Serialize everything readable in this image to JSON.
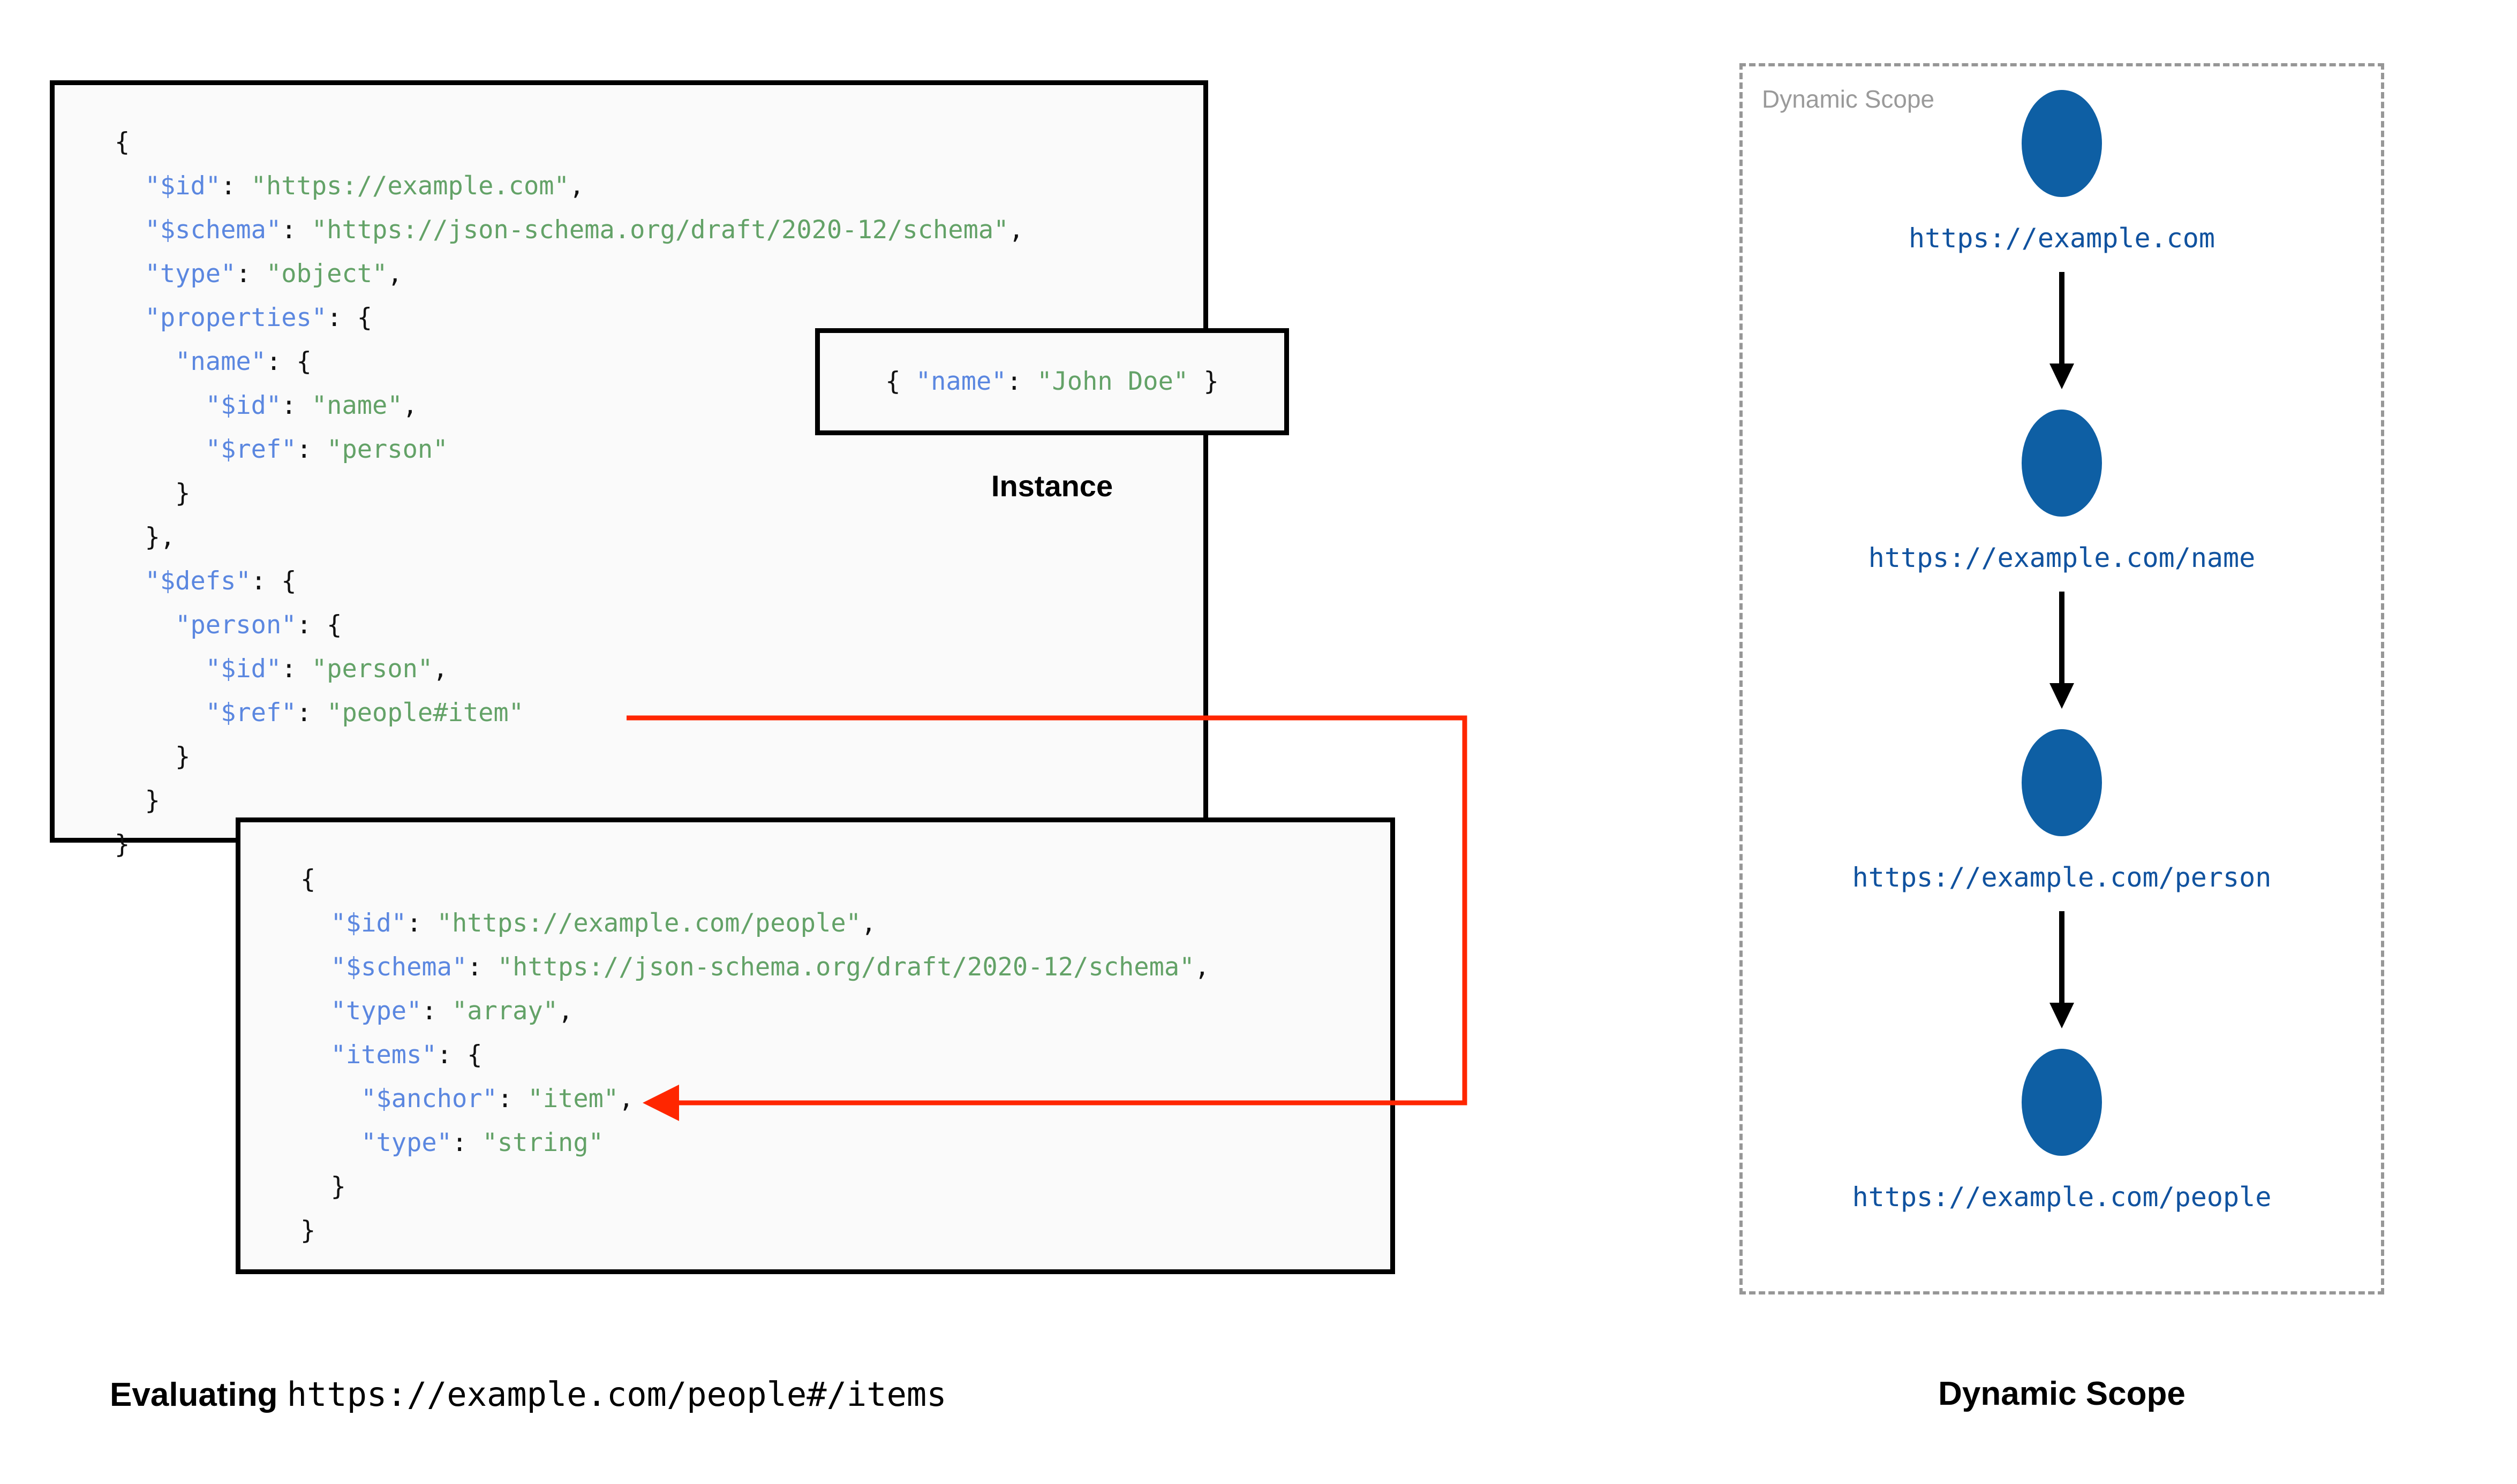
{
  "schema_box": {
    "name": "root-schema",
    "lines": [
      [
        {
          "t": "{",
          "c": "p"
        }
      ],
      [
        {
          "t": "  ",
          "c": "p"
        },
        {
          "t": "\"$id\"",
          "c": "k"
        },
        {
          "t": ": ",
          "c": "p"
        },
        {
          "t": "\"https://example.com\"",
          "c": "v"
        },
        {
          "t": ",",
          "c": "p"
        }
      ],
      [
        {
          "t": "  ",
          "c": "p"
        },
        {
          "t": "\"$schema\"",
          "c": "k"
        },
        {
          "t": ": ",
          "c": "p"
        },
        {
          "t": "\"https://json-schema.org/draft/2020-12/schema\"",
          "c": "v"
        },
        {
          "t": ",",
          "c": "p"
        }
      ],
      [
        {
          "t": "  ",
          "c": "p"
        },
        {
          "t": "\"type\"",
          "c": "k"
        },
        {
          "t": ": ",
          "c": "p"
        },
        {
          "t": "\"object\"",
          "c": "v"
        },
        {
          "t": ",",
          "c": "p"
        }
      ],
      [
        {
          "t": "  ",
          "c": "p"
        },
        {
          "t": "\"properties\"",
          "c": "k"
        },
        {
          "t": ": {",
          "c": "p"
        }
      ],
      [
        {
          "t": "    ",
          "c": "p"
        },
        {
          "t": "\"name\"",
          "c": "k"
        },
        {
          "t": ": {",
          "c": "p"
        }
      ],
      [
        {
          "t": "      ",
          "c": "p"
        },
        {
          "t": "\"$id\"",
          "c": "k"
        },
        {
          "t": ": ",
          "c": "p"
        },
        {
          "t": "\"name\"",
          "c": "v"
        },
        {
          "t": ",",
          "c": "p"
        }
      ],
      [
        {
          "t": "      ",
          "c": "p"
        },
        {
          "t": "\"$ref\"",
          "c": "k"
        },
        {
          "t": ": ",
          "c": "p"
        },
        {
          "t": "\"person\"",
          "c": "v"
        }
      ],
      [
        {
          "t": "    }",
          "c": "p"
        }
      ],
      [
        {
          "t": "  },",
          "c": "p"
        }
      ],
      [
        {
          "t": "  ",
          "c": "p"
        },
        {
          "t": "\"$defs\"",
          "c": "k"
        },
        {
          "t": ": {",
          "c": "p"
        }
      ],
      [
        {
          "t": "    ",
          "c": "p"
        },
        {
          "t": "\"person\"",
          "c": "k"
        },
        {
          "t": ": {",
          "c": "p"
        }
      ],
      [
        {
          "t": "      ",
          "c": "p"
        },
        {
          "t": "\"$id\"",
          "c": "k"
        },
        {
          "t": ": ",
          "c": "p"
        },
        {
          "t": "\"person\"",
          "c": "v"
        },
        {
          "t": ",",
          "c": "p"
        }
      ],
      [
        {
          "t": "      ",
          "c": "p"
        },
        {
          "t": "\"$ref\"",
          "c": "k"
        },
        {
          "t": ": ",
          "c": "p"
        },
        {
          "t": "\"people#item\"",
          "c": "v"
        }
      ],
      [
        {
          "t": "    }",
          "c": "p"
        }
      ],
      [
        {
          "t": "  }",
          "c": "p"
        }
      ],
      [
        {
          "t": "}",
          "c": "p"
        }
      ]
    ]
  },
  "instance_box": {
    "name": "instance",
    "caption": "Instance",
    "lines": [
      [
        {
          "t": "{ ",
          "c": "p"
        },
        {
          "t": "\"name\"",
          "c": "k"
        },
        {
          "t": ": ",
          "c": "p"
        },
        {
          "t": "\"John Doe\"",
          "c": "v"
        },
        {
          "t": " }",
          "c": "p"
        }
      ]
    ]
  },
  "people_box": {
    "name": "people-schema",
    "lines": [
      [
        {
          "t": "{",
          "c": "p"
        }
      ],
      [
        {
          "t": "  ",
          "c": "p"
        },
        {
          "t": "\"$id\"",
          "c": "k"
        },
        {
          "t": ": ",
          "c": "p"
        },
        {
          "t": "\"https://example.com/people\"",
          "c": "v"
        },
        {
          "t": ",",
          "c": "p"
        }
      ],
      [
        {
          "t": "  ",
          "c": "p"
        },
        {
          "t": "\"$schema\"",
          "c": "k"
        },
        {
          "t": ": ",
          "c": "p"
        },
        {
          "t": "\"https://json-schema.org/draft/2020-12/schema\"",
          "c": "v"
        },
        {
          "t": ",",
          "c": "p"
        }
      ],
      [
        {
          "t": "  ",
          "c": "p"
        },
        {
          "t": "\"type\"",
          "c": "k"
        },
        {
          "t": ": ",
          "c": "p"
        },
        {
          "t": "\"array\"",
          "c": "v"
        },
        {
          "t": ",",
          "c": "p"
        }
      ],
      [
        {
          "t": "  ",
          "c": "p"
        },
        {
          "t": "\"items\"",
          "c": "k"
        },
        {
          "t": ": {",
          "c": "p"
        }
      ],
      [
        {
          "t": "    ",
          "c": "p"
        },
        {
          "t": "\"$anchor\"",
          "c": "k"
        },
        {
          "t": ": ",
          "c": "p"
        },
        {
          "t": "\"item\"",
          "c": "v"
        },
        {
          "t": ",",
          "c": "p"
        }
      ],
      [
        {
          "t": "    ",
          "c": "p"
        },
        {
          "t": "\"type\"",
          "c": "k"
        },
        {
          "t": ": ",
          "c": "p"
        },
        {
          "t": "\"string\"",
          "c": "v"
        }
      ],
      [
        {
          "t": "  }",
          "c": "p"
        }
      ],
      [
        {
          "t": "}",
          "c": "p"
        }
      ]
    ]
  },
  "reference_arrow": {
    "name": "ref-connector",
    "color": "#ff2600",
    "from_label": "\"people#item\"",
    "to_label": "\"$anchor\": \"item\""
  },
  "dynamic_scope": {
    "panel_title": "Dynamic Scope",
    "caption": "Dynamic Scope",
    "node_color": "#0e5fa4",
    "label_color": "#10529f",
    "nodes": [
      {
        "label": "https://example.com"
      },
      {
        "label": "https://example.com/name"
      },
      {
        "label": "https://example.com/person"
      },
      {
        "label": "https://example.com/people"
      }
    ]
  },
  "evaluating_caption": {
    "prefix": "Evaluating ",
    "uri": "https://example.com/people#/items"
  }
}
